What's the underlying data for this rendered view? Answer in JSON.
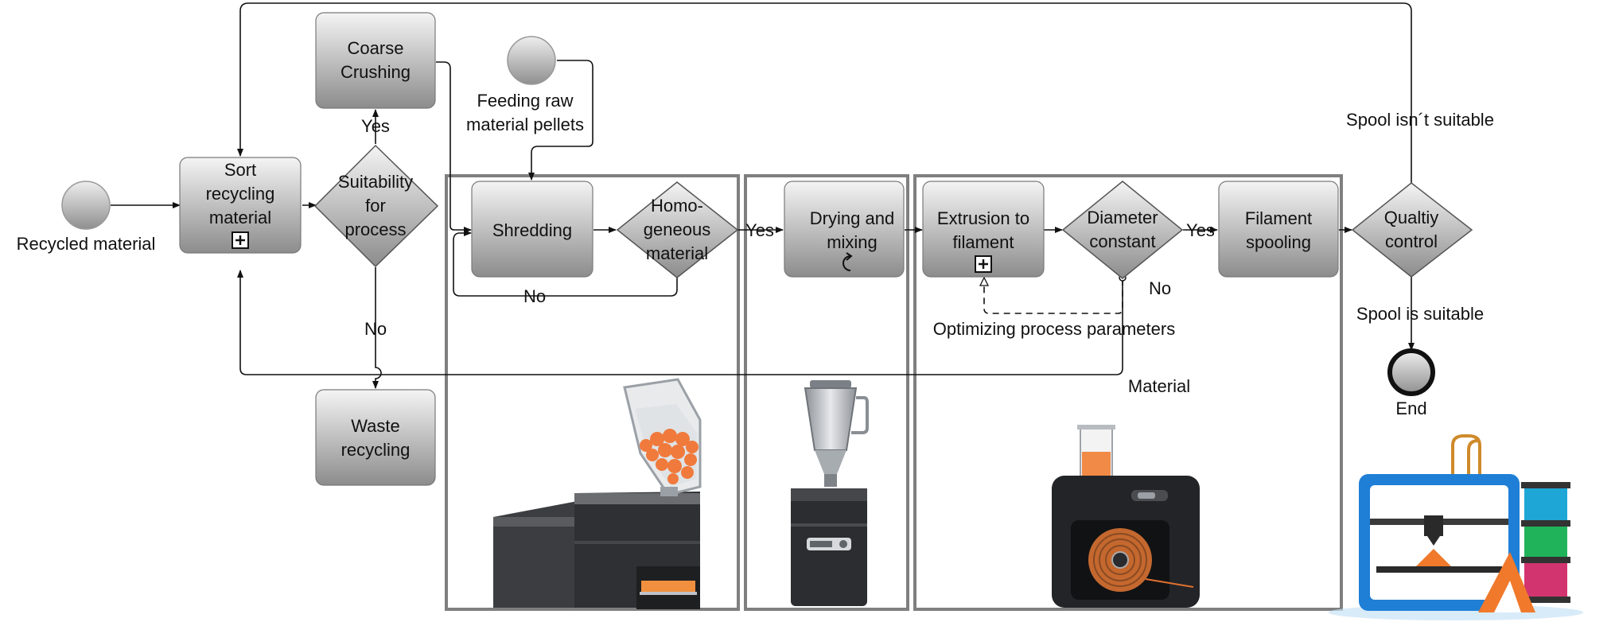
{
  "title": "",
  "colors": {
    "box_top": "#f2f2f2",
    "box_bottom": "#8e8e8e",
    "stage_frame": "#808080",
    "extruder_accent": "#e8733a",
    "printer_blue": "#1f7fd6"
  },
  "icons": {
    "subprocess_marker": "plus-square-icon",
    "loop_marker": "loop-arrow-icon",
    "shredder": "shredder-machine-icon",
    "dryer": "dryer-mixer-icon",
    "extruder": "filament-extruder-icon",
    "printer": "3d-printer-icon"
  },
  "nodes": {
    "start_label": "Recycled material",
    "feed_label_1": "Feeding raw",
    "feed_label_2": "material pellets",
    "sort": [
      "Sort",
      "recycling",
      "material"
    ],
    "coarse": [
      "Coarse",
      "Crushing"
    ],
    "suitability": [
      "Suitability",
      "for",
      "process"
    ],
    "waste": [
      "Waste",
      "recycling"
    ],
    "shredding": [
      "Shredding"
    ],
    "homogeneous": [
      "Homo-",
      "geneous",
      "material"
    ],
    "drying": [
      "Drying and",
      "mixing"
    ],
    "extrusion": [
      "Extrusion to",
      "filament"
    ],
    "diameter": [
      "Diameter",
      "constant"
    ],
    "spooling": [
      "Filament",
      "spooling"
    ],
    "quality": [
      "Qualtiy",
      "control"
    ],
    "end_label": "End"
  },
  "edges": {
    "yes_coarse": "Yes",
    "no_waste": "No",
    "no_shred": "No",
    "yes_dry": "Yes",
    "yes_spool": "Yes",
    "no_diameter": "No",
    "optimizing": "Optimizing process parameters",
    "material": "Material",
    "spool_not_suitable": "Spool isn´t suitable",
    "spool_suitable": "Spool is suitable"
  }
}
